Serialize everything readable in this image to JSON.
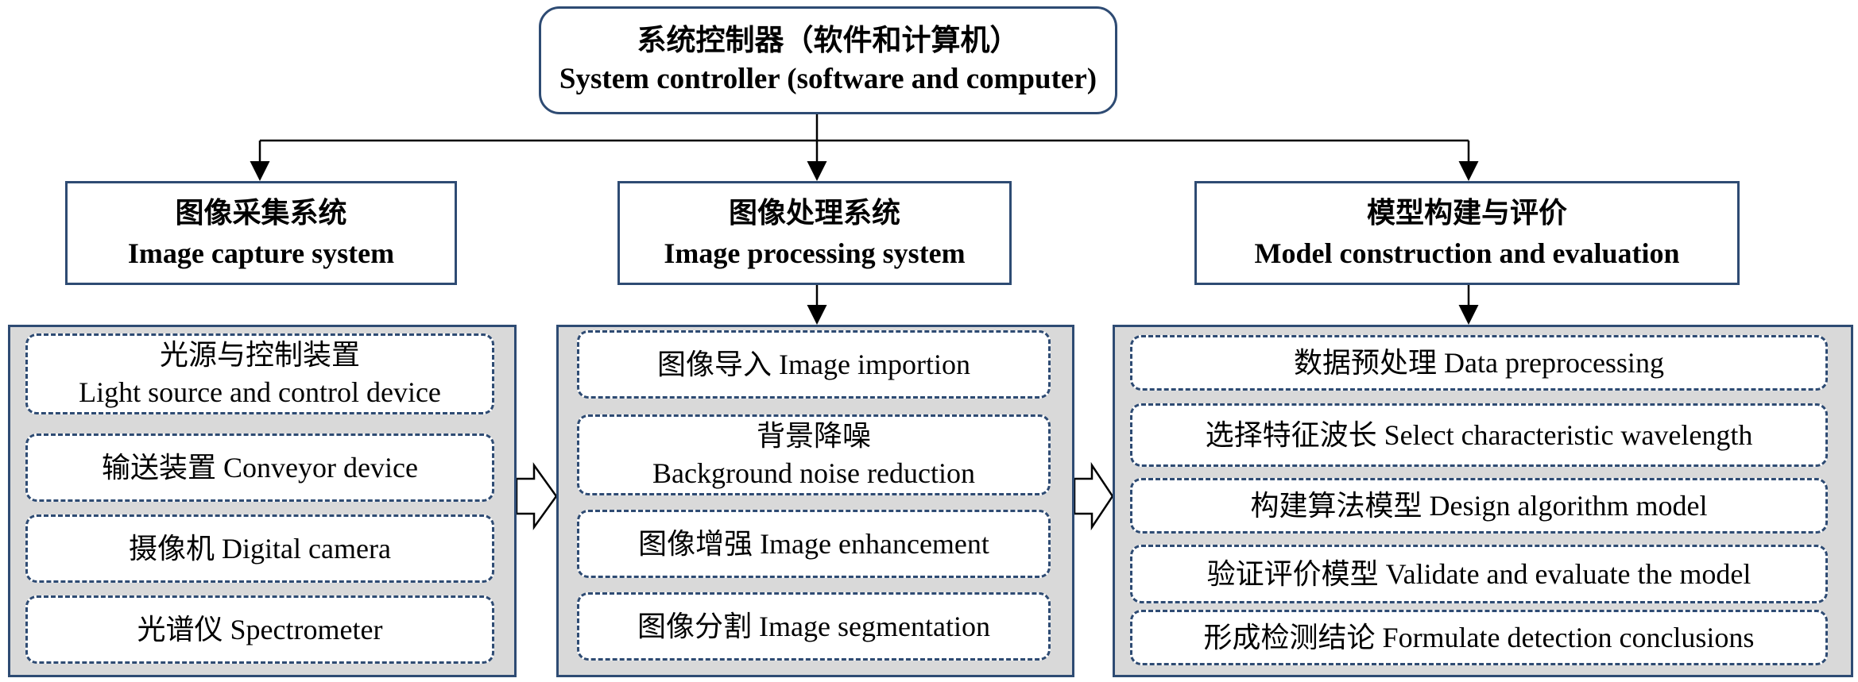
{
  "controller": {
    "zh": "系统控制器（软件和计算机）",
    "en": "System controller (software and computer)"
  },
  "systems": [
    {
      "zh": "图像采集系统",
      "en": "Image capture system",
      "items": [
        {
          "zh": "光源与控制装置",
          "en": "Light source and control device"
        },
        {
          "text": "输送装置 Conveyor device"
        },
        {
          "text": "摄像机 Digital camera"
        },
        {
          "text": "光谱仪 Spectrometer"
        }
      ]
    },
    {
      "zh": "图像处理系统",
      "en": "Image  processing system",
      "items": [
        {
          "text": "图像导入 Image importion"
        },
        {
          "zh": "背景降噪",
          "en": "Background noise reduction"
        },
        {
          "text": "图像增强 Image enhancement"
        },
        {
          "text": "图像分割  Image segmentation"
        }
      ]
    },
    {
      "zh": "模型构建与评价",
      "en": "Model construction and evaluation",
      "items": [
        {
          "text": "数据预处理 Data preprocessing"
        },
        {
          "text": "选择特征波长 Select characteristic wavelength"
        },
        {
          "text": "构建算法模型 Design algorithm model"
        },
        {
          "text": "验证评价模型 Validate and evaluate the model"
        },
        {
          "text": "形成检测结论 Formulate detection conclusions"
        }
      ]
    }
  ]
}
